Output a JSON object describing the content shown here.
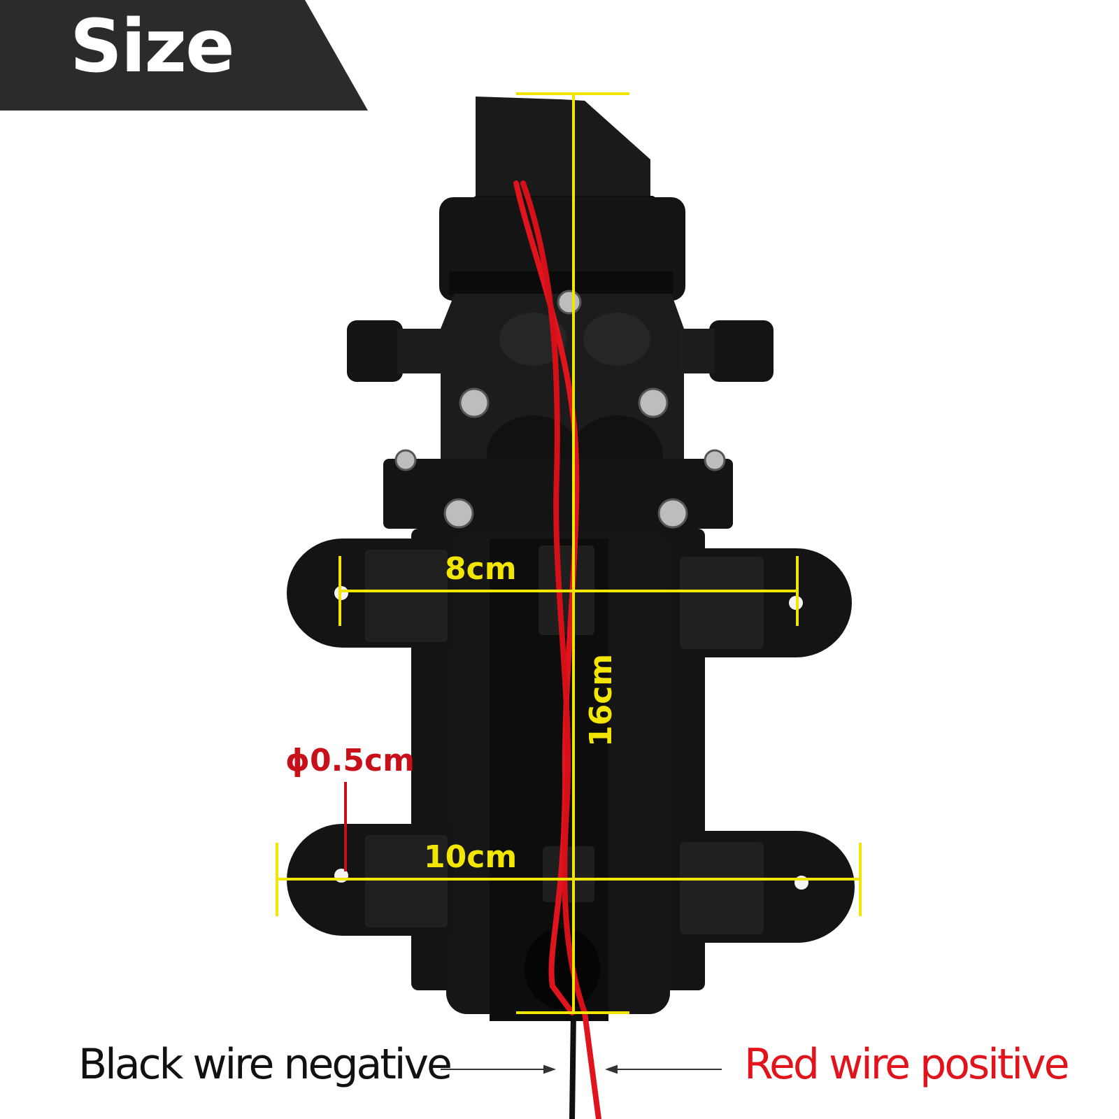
{
  "banner": {
    "title": "Size"
  },
  "dimensions": {
    "height": "16cm",
    "top_width": "8cm",
    "bottom_width": "10cm",
    "hole_diameter": "ϕ0.5cm"
  },
  "wires": {
    "black": "Black wire negative",
    "red": "Red wire positive"
  },
  "colors": {
    "banner_background": "#2b2b2b",
    "dimension_line": "#f2e600",
    "hole_callout": "#c8101a",
    "pump_body": "#141414",
    "wire_red": "#e0141c",
    "wire_black": "#101010",
    "caption_black": "#111111",
    "caption_red": "#e2141b"
  },
  "icons": [
    "screw-icon",
    "hose-barb-icon",
    "mounting-hole-icon"
  ]
}
